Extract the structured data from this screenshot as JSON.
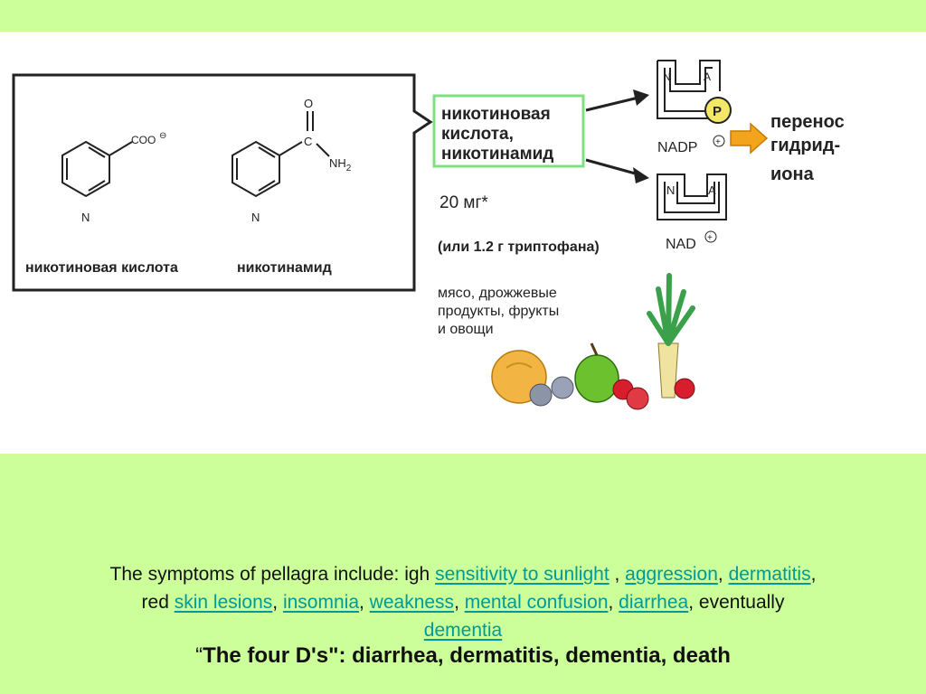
{
  "diagram": {
    "nicotinic_acid_label": "никотиновая кислота",
    "nicotinamide_label": "никотинамид",
    "carboxylate": "COO",
    "carboxylate_charge": "⊖",
    "amide_o": "O",
    "amide_c": "C",
    "amide_nh2": "NH",
    "amide_sub": "2",
    "ring_n": "N",
    "callout_lines": [
      "никотиновая",
      "кислота,",
      "никотинамид"
    ],
    "dose": "20 мг*",
    "tryptophan": "(или 1.2 г триптофана)",
    "sources_lines": [
      "мясо, дрожжевые",
      "продукты, фрукты",
      "и овощи"
    ],
    "nadp_label": "NADP",
    "nad_label": "NAD",
    "plus_sign": "+",
    "box_n": "N",
    "box_a": "A",
    "phosphate": "P",
    "transfer_lines": [
      "перенос",
      "гидрид-",
      "иона"
    ]
  },
  "caption": {
    "intro": "The symptoms of pellagra include: igh ",
    "links": [
      "sensitivity to sunlight",
      "aggression",
      "dermatitis",
      "skin lesions",
      "insomnia",
      "weakness",
      "mental confusion",
      "diarrhea",
      "dementia"
    ],
    "sep_space_comma": " , ",
    "sep_comma": ", ",
    "sep_red": ",\nred ",
    "sep_eventually": ", eventually "
  },
  "four_ds": {
    "open_quote": "“",
    "text": "The four D's\": diarrhea, dermatitis, dementia, death"
  },
  "colors": {
    "background": "#ccff99",
    "link": "#009999",
    "callout_border": "#7fe07f",
    "orange_arrow": "#f2a51c",
    "phosphate_fill": "#f3e76a",
    "apple_green": "#6cc22e",
    "grape": "#8c94a8",
    "tomato": "#d81e2c"
  }
}
